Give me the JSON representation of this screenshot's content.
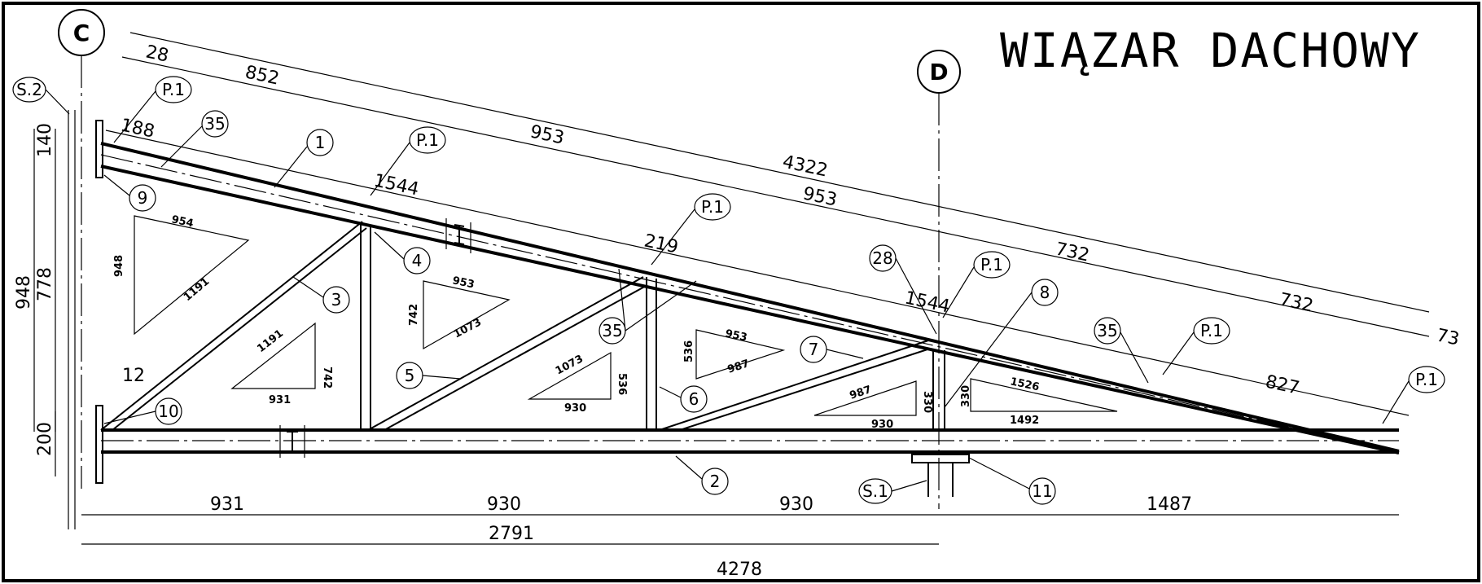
{
  "title": "WIĄZAR DACHOWY",
  "axes": {
    "left": "C",
    "right": "D"
  },
  "supports": {
    "top": "S.2",
    "bottom": "S.1"
  },
  "members": [
    "1",
    "2",
    "3",
    "4",
    "5",
    "6",
    "7",
    "8",
    "9",
    "10",
    "11",
    "28",
    "35",
    "35",
    "35"
  ],
  "plates": [
    "P.1",
    "P.1",
    "P.1",
    "P.1",
    "P.1",
    "P.1"
  ],
  "dimensions": {
    "slope_total": "4322",
    "slope_parts": [
      "28",
      "852",
      "953",
      "953",
      "732",
      "732",
      "73"
    ],
    "slope_inner": [
      "188",
      "1544",
      "219",
      "1544",
      "827"
    ],
    "vertical_outer": "948",
    "vertical_parts": [
      "140",
      "778"
    ],
    "bottom_height": "200",
    "bottom_offset": "12",
    "bottom_parts": [
      "931",
      "930",
      "930",
      "1487"
    ],
    "bottom_sub": "2791",
    "bottom_total": "4278"
  },
  "triangles": [
    {
      "a": "954",
      "b": "948",
      "c": "1191"
    },
    {
      "a": "1191",
      "b": "742",
      "c": "931"
    },
    {
      "a": "953",
      "b": "742",
      "c": "1073"
    },
    {
      "a": "1073",
      "b": "536",
      "c": "930"
    },
    {
      "a": "953",
      "b": "536",
      "c": "987"
    },
    {
      "a": "987",
      "b": "330",
      "c": "930"
    },
    {
      "a": "1526",
      "b": "330",
      "c": "1492"
    }
  ]
}
